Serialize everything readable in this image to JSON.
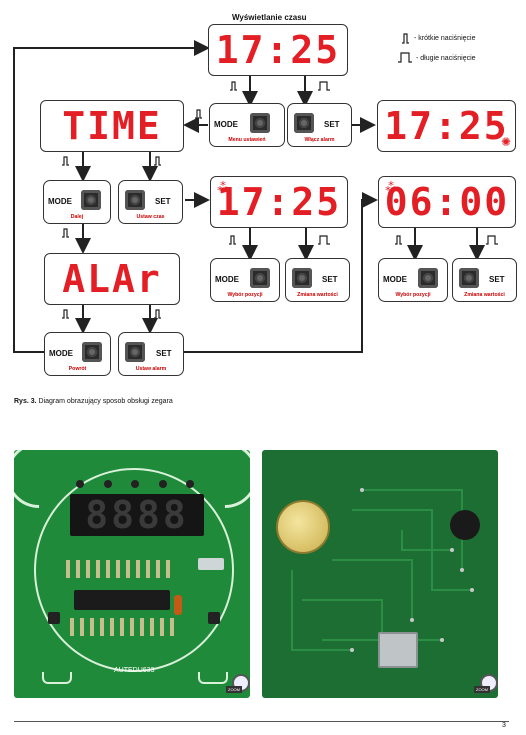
{
  "diagram": {
    "title": "Wyświetlanie czasu",
    "legend_short": "- krótkie naciśnięcie",
    "legend_long": "- długie naciśnięcie",
    "displays": {
      "top": "17:25",
      "time": "TIME",
      "right": "17:25",
      "set_time": "17:25",
      "set_alarm": "06:00",
      "alar": "ALAr"
    },
    "buttons": {
      "mode_top": {
        "name": "MODE",
        "caption": "Menu ustawień"
      },
      "set_top": {
        "name": "SET",
        "caption": "Włącz alarm"
      },
      "mode_left": {
        "name": "MODE",
        "caption": "Dalej"
      },
      "set_mid": {
        "name": "SET",
        "caption": "Ustaw czas"
      },
      "mode_time": {
        "name": "MODE",
        "caption": "Wybór pozycji"
      },
      "set_time": {
        "name": "SET",
        "caption": "Zmiana wartości"
      },
      "mode_alarm": {
        "name": "MODE",
        "caption": "Wybór pozycji"
      },
      "set_alarm": {
        "name": "SET",
        "caption": "Zmiana wartości"
      },
      "mode_back": {
        "name": "MODE",
        "caption": "Powrót"
      },
      "set_back": {
        "name": "SET",
        "caption": "Ustaw alarm"
      }
    }
  },
  "figure_caption": {
    "label": "Rys. 3.",
    "text": "Diagram obrazujący sposob obsługi zegara"
  },
  "photos": {
    "left_board_text": "AUTEDU633",
    "left_display": "8888",
    "zoom_label": "ZOOM"
  },
  "page_number": "3",
  "colors": {
    "segment_red": "#e31e24",
    "caption_red": "#c00000",
    "pcb_green": "#1f8a3a",
    "pcb_dark": "#1a5c2a"
  }
}
